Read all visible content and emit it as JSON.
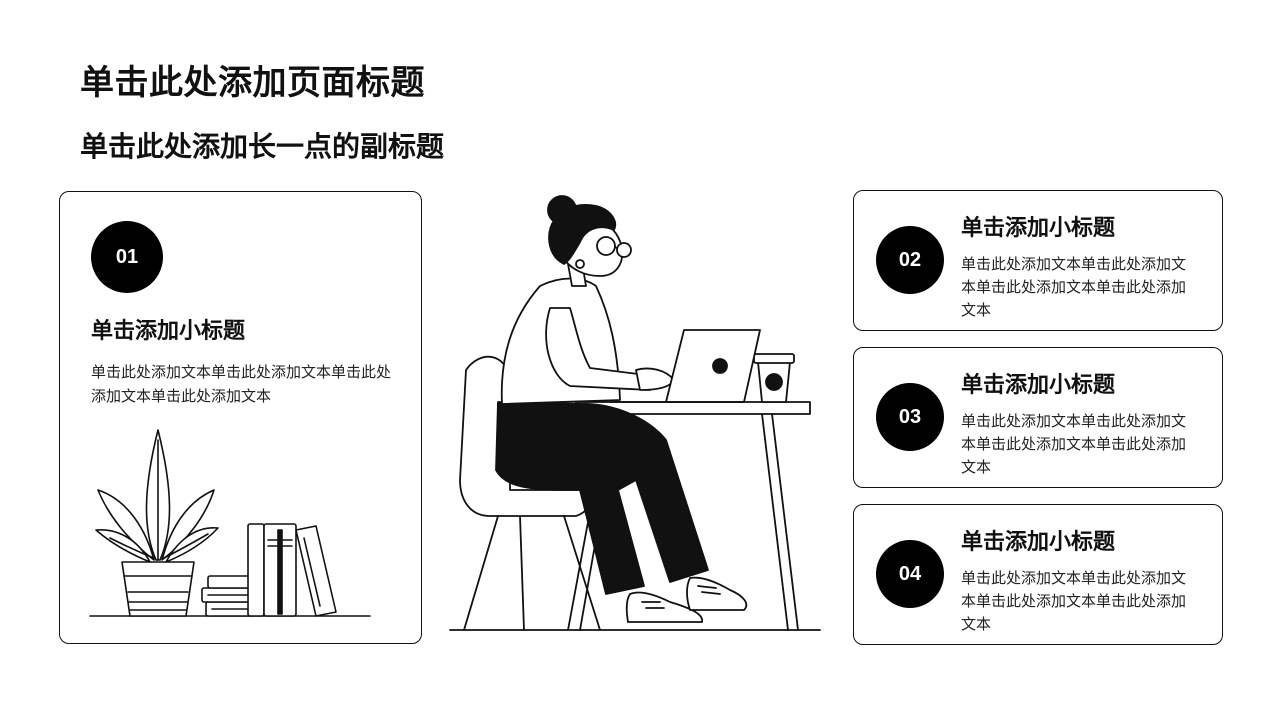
{
  "title": "单击此处添加页面标题",
  "subtitle": "单击此处添加长一点的副标题",
  "cards": [
    {
      "number": "01",
      "heading": "单击添加小标题",
      "body": "单击此处添加文本单击此处添加文本单击此处添加文本单击此处添加文本"
    },
    {
      "number": "02",
      "heading": "单击添加小标题",
      "body": "单击此处添加文本单击此处添加文本单击此处添加文本单击此处添加文本"
    },
    {
      "number": "03",
      "heading": "单击添加小标题",
      "body": "单击此处添加文本单击此处添加文本单击此处添加文本单击此处添加文本"
    },
    {
      "number": "04",
      "heading": "单击添加小标题",
      "body": "单击此处添加文本单击此处添加文本单击此处添加文本单击此处添加文本"
    }
  ],
  "colors": {
    "ink": "#111111",
    "circle": "#000000",
    "background": "#ffffff"
  },
  "illustrations": [
    "woman-at-laptop-illustration",
    "plant-and-books-illustration"
  ]
}
